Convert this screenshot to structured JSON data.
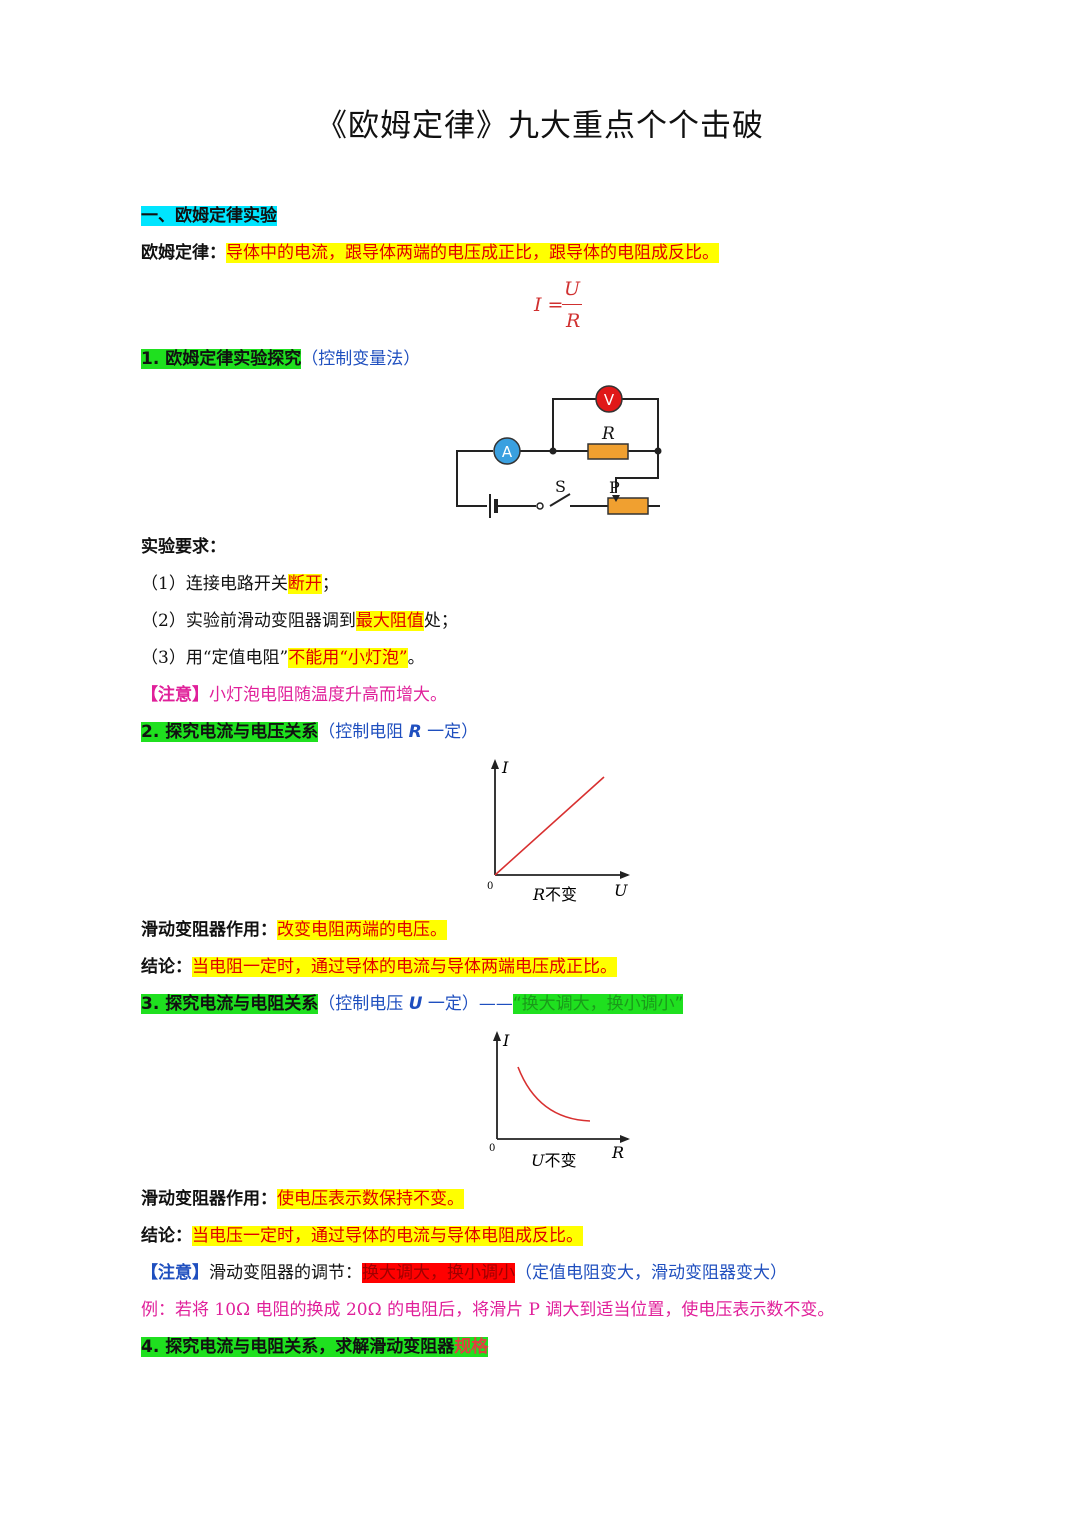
{
  "title": "《欧姆定律》九大重点个个击破",
  "section1": {
    "heading": "一、欧姆定律实验",
    "law_label": "欧姆定律：",
    "law_text": "导体中的电流，跟导体两端的电压成正比，跟导体的电阻成反比。",
    "formula": {
      "lhs": "I =",
      "num": "U",
      "den": "R"
    }
  },
  "sub1": {
    "heading": "1. 欧姆定律实验探究",
    "method": "（控制变量法）",
    "circuit": {
      "voltmeter": "V",
      "ammeter": "A",
      "resistor": "R",
      "switch": "S",
      "slider": "P"
    },
    "req_label": "实验要求：",
    "req1_pre": "（1）连接电路开关",
    "req1_hl": "断开",
    "req1_post": "；",
    "req2_pre": "（2）实验前滑动变阻器调到",
    "req2_hl": "最大阻值",
    "req2_post": "处；",
    "req3_pre": "（3）用“定值电阻”",
    "req3_hl": "不能用“小灯泡”",
    "req3_post": "。",
    "note_label": "【注意】",
    "note_text": "小灯泡电阻随温度升高而增大。"
  },
  "sub2": {
    "heading": "2. 探究电流与电压关系",
    "cond_pre": "（控制电阻 ",
    "cond_var": "R",
    "cond_post": " 一定）",
    "graph": {
      "y": "I",
      "x": "U",
      "origin": "0",
      "note_var": "R",
      "note": "不变"
    },
    "role_label": "滑动变阻器作用：",
    "role_text": "改变电阻两端的电压。",
    "concl_label": "结论：",
    "concl_text": "当电阻一定时，通过导体的电流与导体两端电压成正比。"
  },
  "sub3": {
    "heading": "3. 探究电流与电阻关系",
    "cond_pre": "（控制电压 ",
    "cond_var": "U",
    "cond_post": " 一定）——",
    "slogan": "“换大调大，换小调小”",
    "graph": {
      "y": "I",
      "x": "R",
      "origin": "0",
      "note_var": "U",
      "note": "不变"
    },
    "role_label": "滑动变阻器作用：",
    "role_text": "使电压表示数保持不变。",
    "concl_label": "结论：",
    "concl_text": "当电压一定时，通过导体的电流与导体电阻成反比。",
    "note_label": "【注意】",
    "note_pre": "滑动变阻器的调节：",
    "note_hl": "换大调大，换小调小",
    "note_post": "（定值电阻变大，滑动变阻器变大）",
    "example": "例：若将 10Ω 电阻的换成 20Ω 的电阻后，将滑片 P 调大到适当位置，使电压表示数不变。"
  },
  "sub4": {
    "heading_main": "4. 探究电流与电阻关系，求解滑动变阻器",
    "heading_hl": "规格"
  }
}
